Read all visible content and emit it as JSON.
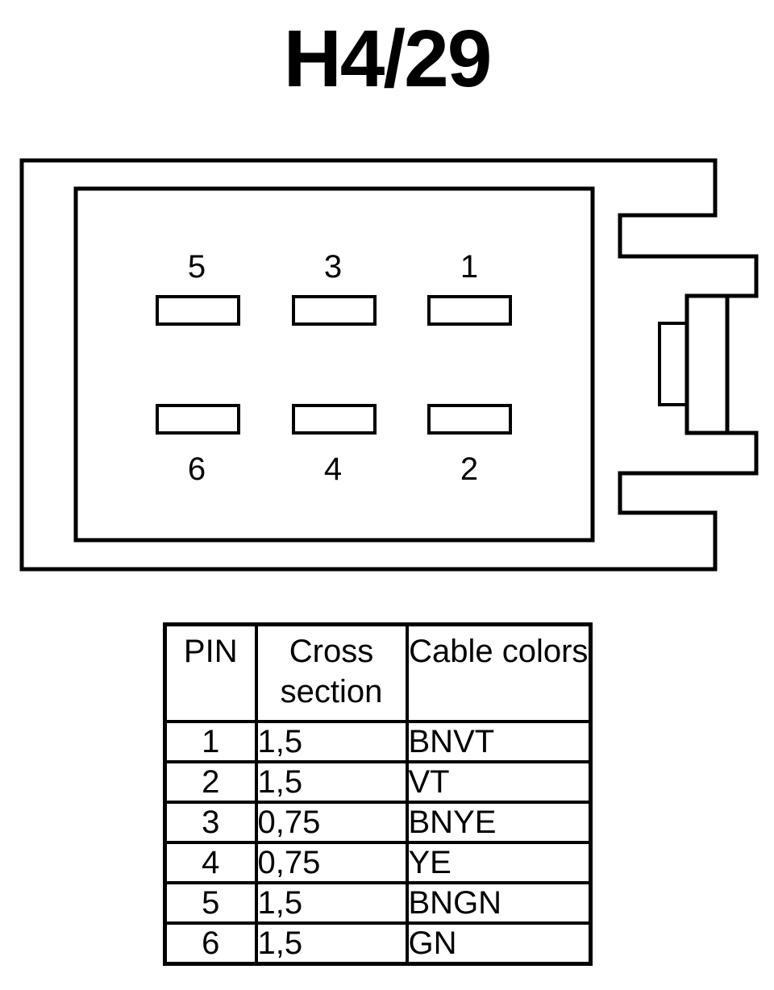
{
  "title": "H4/29",
  "connector": {
    "pin_labels": {
      "top_row": [
        "5",
        "3",
        "1"
      ],
      "bottom_row": [
        "6",
        "4",
        "2"
      ]
    }
  },
  "table": {
    "headers": {
      "pin": "PIN",
      "cross_section": "Cross section",
      "cable_colors": "Cable colors"
    },
    "rows": [
      {
        "pin": "1",
        "cross_section": "1,5",
        "cable_colors": "BNVT"
      },
      {
        "pin": "2",
        "cross_section": "1,5",
        "cable_colors": "VT"
      },
      {
        "pin": "3",
        "cross_section": "0,75",
        "cable_colors": "BNYE"
      },
      {
        "pin": "4",
        "cross_section": "0,75",
        "cable_colors": "YE"
      },
      {
        "pin": "5",
        "cross_section": "1,5",
        "cable_colors": "BNGN"
      },
      {
        "pin": "6",
        "cross_section": "1,5",
        "cable_colors": "GN"
      }
    ]
  }
}
